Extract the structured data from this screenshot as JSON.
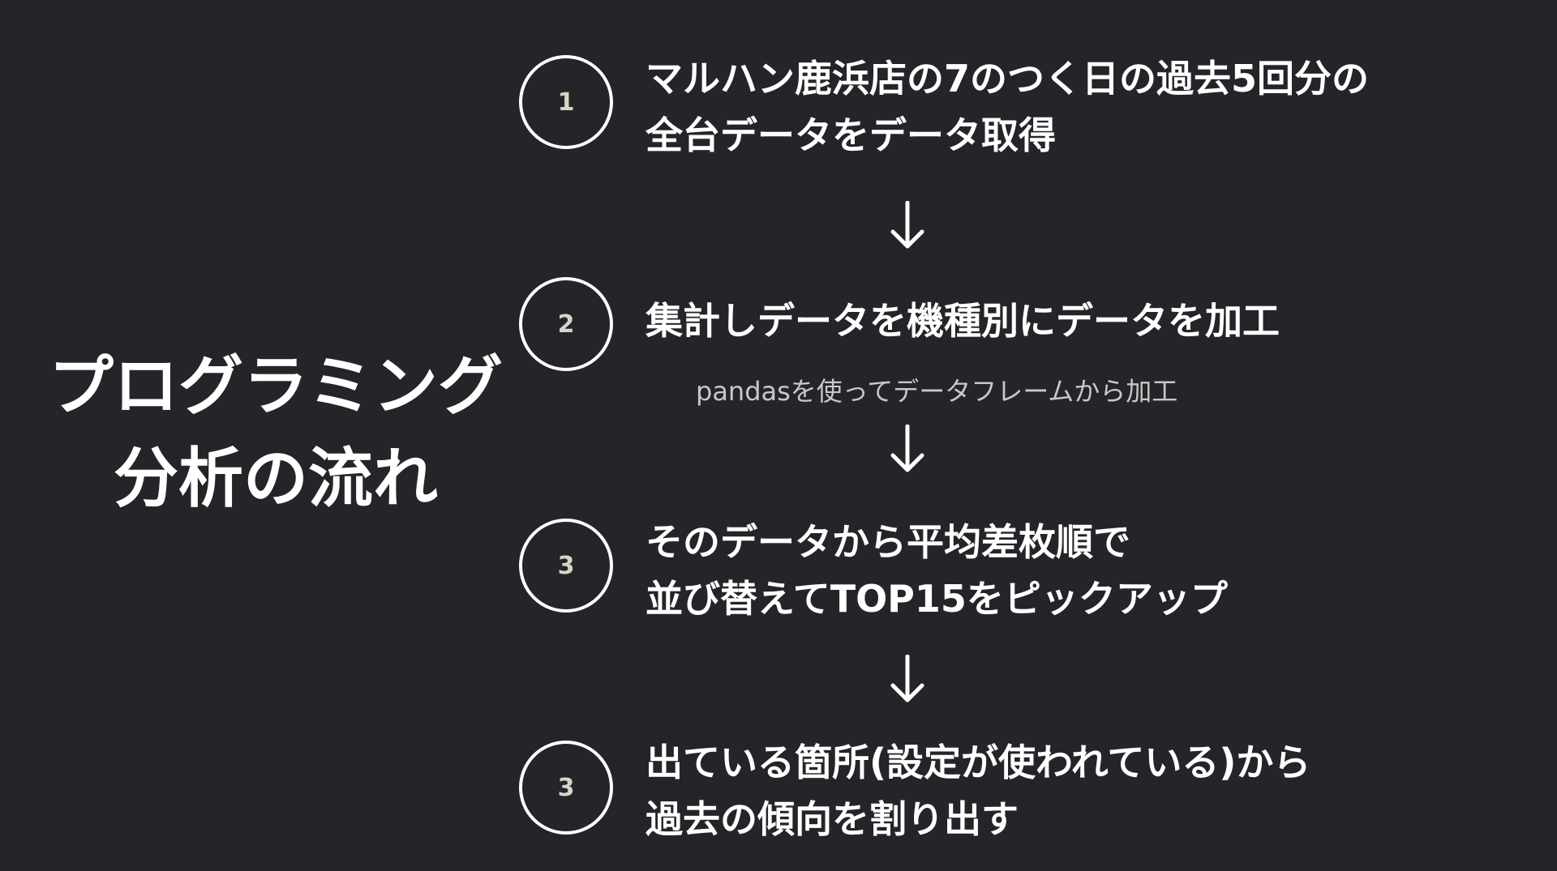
{
  "title": {
    "line1": "プログラミング",
    "line2": "分析の流れ"
  },
  "steps": [
    {
      "number": "1",
      "line1": "マルハン鹿浜店の7のつく日の過去5回分の",
      "line2": "全台データをデータ取得"
    },
    {
      "number": "2",
      "line1": "集計しデータを機種別にデータを加工",
      "note": "pandasを使ってデータフレームから加工"
    },
    {
      "number": "3",
      "line1": "そのデータから平均差枚順で",
      "line2": "並び替えてTOP15をピックアップ"
    },
    {
      "number": "3",
      "line1": "出ている箇所(設定が使われている)から",
      "line2": "過去の傾向を割り出す"
    }
  ],
  "arrow_icon": "down-arrow-icon",
  "colors": {
    "background": "#242529",
    "text": "#ffffff",
    "number": "#d9d4c7",
    "note": "#c8c8c8"
  }
}
